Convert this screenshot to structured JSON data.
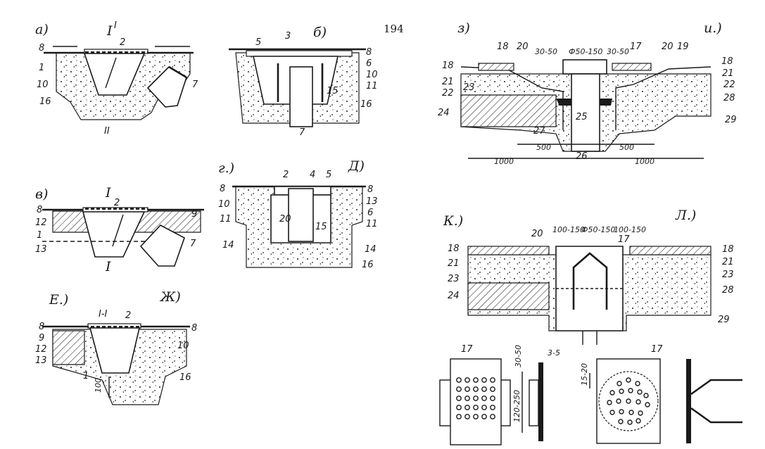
{
  "page_number": "194",
  "panels": {
    "a": {
      "title": "a)",
      "section_top": "I",
      "section_sub": "2",
      "section_sup": "I",
      "section_bottom": "II",
      "callouts": [
        "8",
        "1",
        "10",
        "16",
        "7"
      ]
    },
    "b": {
      "title": "б)",
      "callouts": [
        "5",
        "3",
        "8",
        "6",
        "10",
        "11",
        "15",
        "16",
        "7"
      ]
    },
    "v": {
      "title": "в)",
      "section_top": "I",
      "section_sub": "2",
      "section_bottom": "I",
      "callouts": [
        "8",
        "12",
        "1",
        "13",
        "9",
        "7"
      ]
    },
    "g": {
      "title": "г.)",
      "callouts": [
        "2",
        "4",
        "5",
        "8",
        "10",
        "11",
        "20",
        "15",
        "14",
        "8",
        "13",
        "6",
        "11",
        "14",
        "16"
      ]
    },
    "d": {
      "title": "Д)"
    },
    "e": {
      "title": "Е.)",
      "section_top": "I-I",
      "section_sub": "2",
      "callouts": [
        "8",
        "9",
        "12",
        "13",
        "1",
        "8",
        "10",
        "16"
      ],
      "dim_depth": "100"
    },
    "zh": {
      "title": "Ж)"
    },
    "z": {
      "title": "з)"
    },
    "i": {
      "title": "и.)",
      "callouts": [
        "18",
        "20",
        "17",
        "20",
        "19",
        "18",
        "18",
        "21",
        "22",
        "23",
        "24",
        "21",
        "22",
        "28",
        "29",
        "25",
        "27",
        "26"
      ],
      "dims": {
        "top_left": "30-50",
        "top_center": "Ф50-150",
        "top_right": "30-50",
        "inner_left": "500",
        "inner_right": "500",
        "outer_left": "1000",
        "outer_right": "1000"
      }
    },
    "k": {
      "title": "К.)",
      "callouts": [
        "18",
        "21",
        "23",
        "24",
        "17",
        "20",
        "18",
        "21",
        "23",
        "28",
        "29"
      ]
    },
    "l": {
      "title": "Л.)",
      "dims": {
        "left": "100-150",
        "center": "Ф50-150",
        "right": "100-150"
      }
    },
    "grate1": {
      "callout": "17",
      "dim_width": "30-50",
      "dim_height": "120-250",
      "dim_thick": "3-5"
    },
    "grate2": {
      "callout": "17",
      "dim_hole": "15-20"
    }
  }
}
